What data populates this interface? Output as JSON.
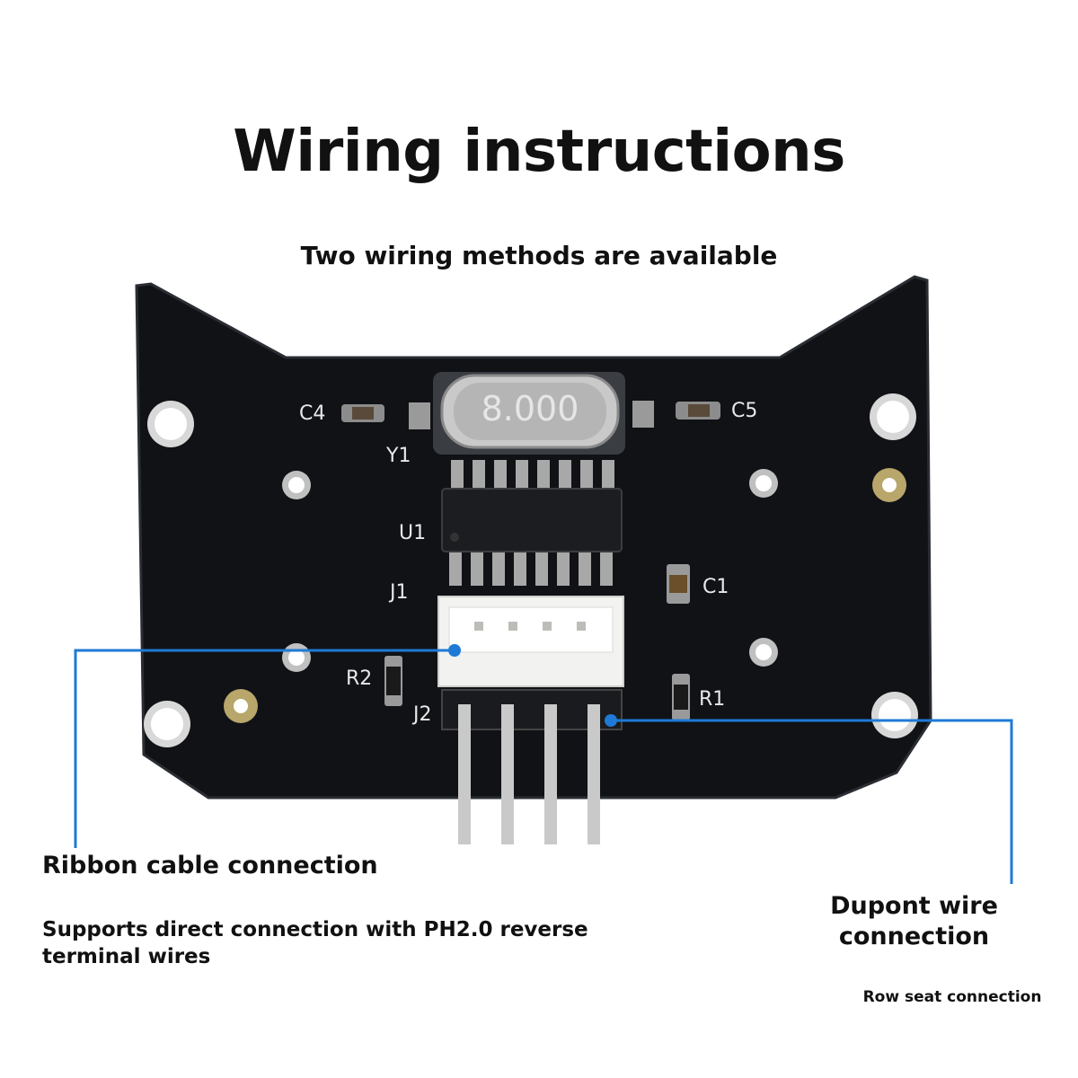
{
  "heading": {
    "title": "Wiring instructions",
    "subtitle": "Two wiring methods are available"
  },
  "board": {
    "silkscreen": {
      "c4": "C4",
      "c5": "C5",
      "y1": "Y1",
      "u1": "U1",
      "j1": "J1",
      "c1": "C1",
      "r2": "R2",
      "r1": "R1",
      "j2": "J2"
    },
    "crystal_marking": "8.000"
  },
  "callouts": {
    "left": {
      "heading": "Ribbon cable connection",
      "description": "Supports direct connection with PH2.0 reverse terminal wires"
    },
    "right": {
      "heading": "Dupont wire connection",
      "sub": "Row seat connection"
    }
  },
  "colors": {
    "pcb": "#101216",
    "pcb_edge": "#2a2d33",
    "callout_line": "#1e7ad6",
    "mounting_hole": "#ffffff",
    "gold_pad": "#b8a66a"
  }
}
